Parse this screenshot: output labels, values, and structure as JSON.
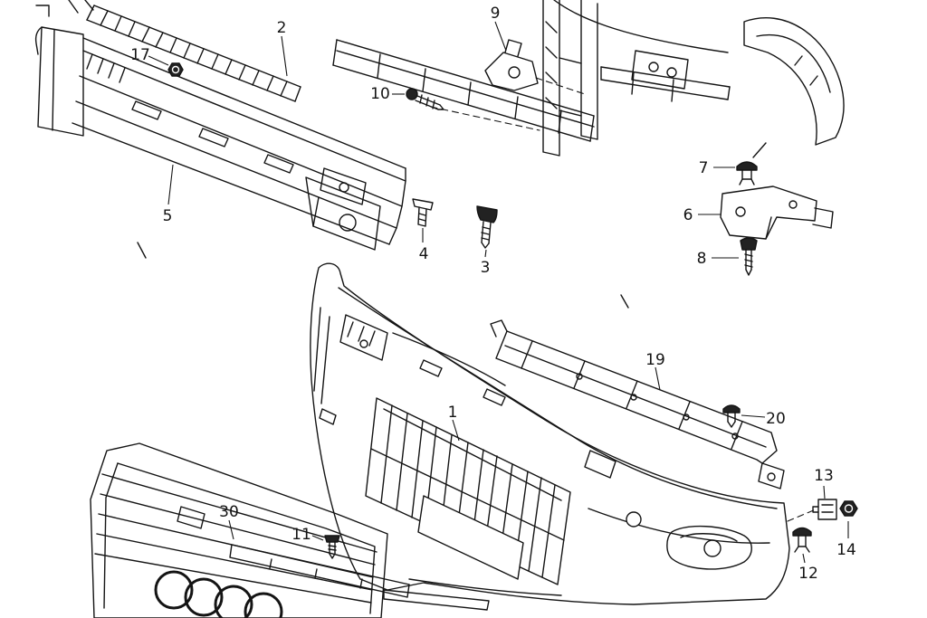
{
  "diagram": {
    "type": "exploded-parts-diagram",
    "description": "Exploded view technical line drawing of a front bumper assembly with numbered part callouts",
    "colors": {
      "background": "#ffffff",
      "line": "#141414"
    },
    "callouts": [
      {
        "label": "1"
      },
      {
        "label": "2"
      },
      {
        "label": "3"
      },
      {
        "label": "4"
      },
      {
        "label": "5"
      },
      {
        "label": "6"
      },
      {
        "label": "7"
      },
      {
        "label": "8"
      },
      {
        "label": "9"
      },
      {
        "label": "10"
      },
      {
        "label": "11"
      },
      {
        "label": "12"
      },
      {
        "label": "13"
      },
      {
        "label": "14"
      },
      {
        "label": "17"
      },
      {
        "label": "19"
      },
      {
        "label": "20"
      },
      {
        "label": "30"
      }
    ]
  }
}
